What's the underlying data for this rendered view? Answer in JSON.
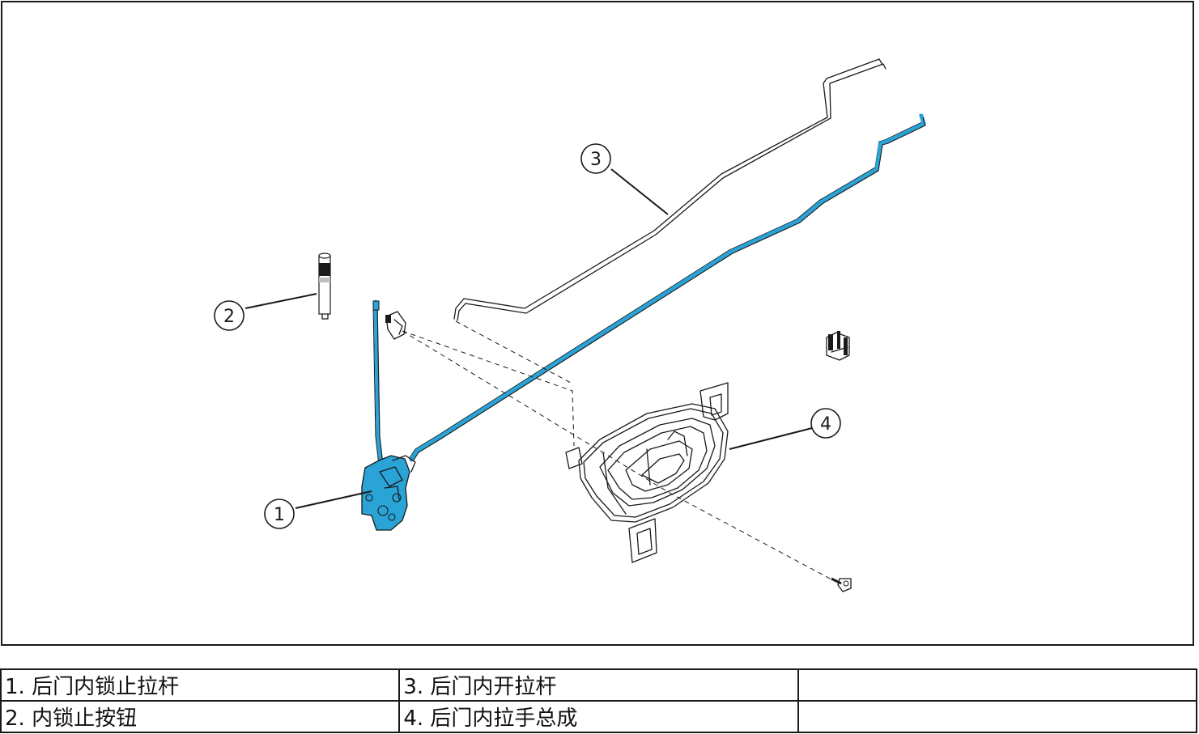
{
  "diagram": {
    "callouts": [
      {
        "number": "1",
        "part": "lock-rod"
      },
      {
        "number": "2",
        "part": "lock-button"
      },
      {
        "number": "3",
        "part": "open-rod"
      },
      {
        "number": "4",
        "part": "handle-assembly"
      }
    ],
    "colors": {
      "highlight": "#2aa3d6",
      "line": "#1a1a1a",
      "background": "#ffffff"
    }
  },
  "legend": {
    "rows": [
      [
        "1. 后门内锁止拉杆",
        "3. 后门内开拉杆",
        ""
      ],
      [
        "2. 内锁止按钮",
        "4. 后门内拉手总成",
        ""
      ]
    ]
  }
}
